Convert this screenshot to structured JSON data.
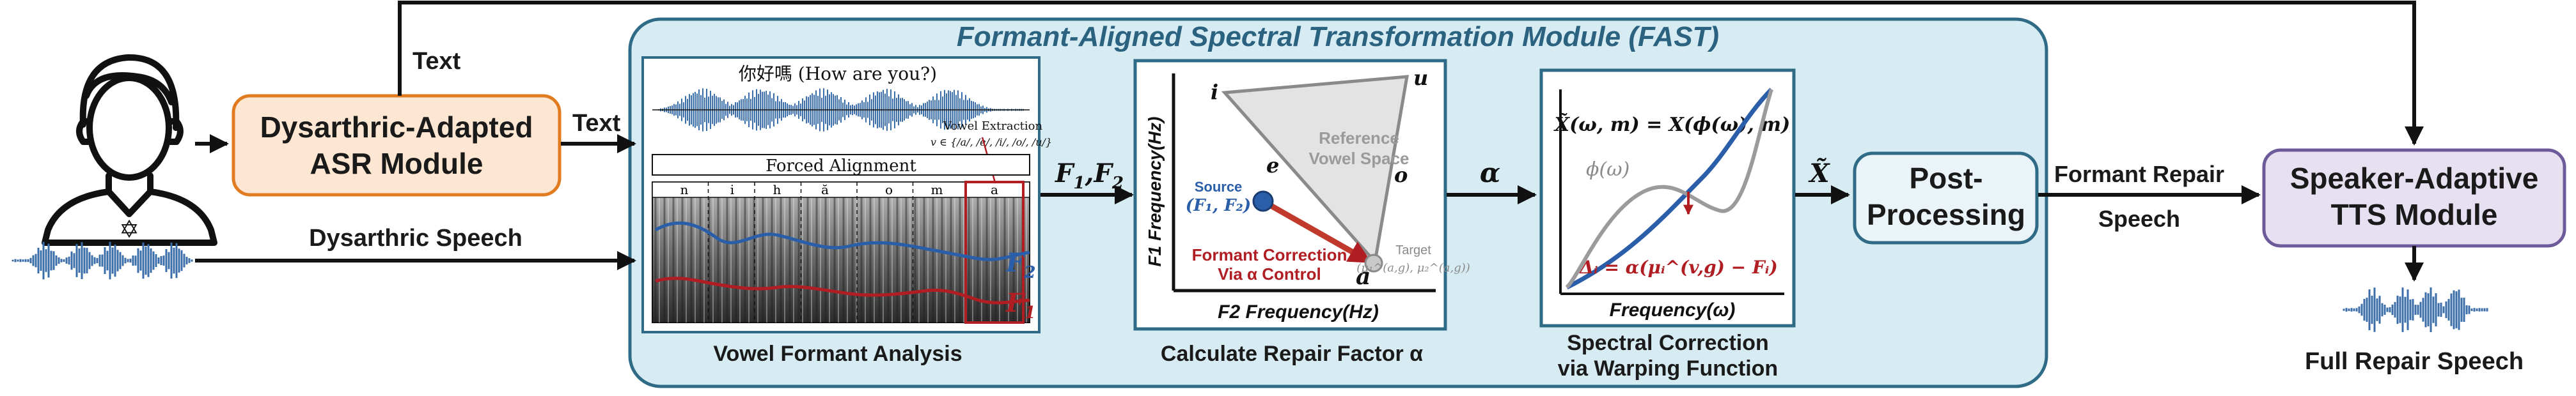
{
  "title": "Formant-Aligned Spectral Transformation Module (FAST)",
  "inputs": {
    "dysarthric_speech": "Dysarthric Speech",
    "text_top": "Text",
    "text_mid": "Text"
  },
  "asr": {
    "line1": "Dysarthric-Adapted",
    "line2": "ASR Module"
  },
  "vowel_panel": {
    "utterance": "你好嗎 (How are you?)",
    "vowel_extraction": "Vowel Extraction",
    "vowel_set": "v ∈ {/a/, /e/, /i/, /o/, /u/}",
    "forced_alignment": "Forced Alignment",
    "phones": [
      "n",
      "i",
      "h",
      "ă",
      "o",
      "m",
      "a"
    ],
    "f2": "F",
    "f2_sub": "2",
    "f1": "F",
    "f1_sub": "1",
    "caption": "Vowel Formant Analysis"
  },
  "edge_f1f2": {
    "main": "F",
    "s1": "1",
    "comma": ",",
    "main2": "F",
    "s2": "2"
  },
  "repair_panel": {
    "vertex_i": "i",
    "vertex_u": "u",
    "vertex_e": "e",
    "vertex_o": "o",
    "vertex_a": "a",
    "ref_line1": "Reference",
    "ref_line2": "Vowel Space",
    "source_title": "Source",
    "source_coords": "(F₁, F₂)",
    "target_title": "Target",
    "target_coords": "(μ₁^(a,g), μ₂^(a,g))",
    "correction_line1": "Formant Correction",
    "correction_line2": "Via α Control",
    "y_axis": "F1 Frequency(Hz)",
    "x_axis": "F2 Frequency(Hz)",
    "caption": "Calculate Repair Factor α"
  },
  "edge_alpha": "α",
  "warp_panel": {
    "equation": "X̃(ω, m) = X(ϕ(ω), m)",
    "phi": "ϕ(ω)",
    "delta": "Δᵢ = α(μᵢ^(v,g) − Fᵢ)",
    "x_axis": "Frequency(ω)",
    "caption1": "Spectral Correction",
    "caption2": "via Warping Function"
  },
  "edge_xtilde": "X̃",
  "post": {
    "line1": "Post-",
    "line2": "Processing"
  },
  "edge_formant": {
    "line1": "Formant Repair",
    "line2": "Speech"
  },
  "tts": {
    "line1": "Speaker-Adaptive",
    "line2": "TTS Module"
  },
  "output": "Full Repair Speech",
  "colors": {
    "module_fill": "#d6ebf2",
    "module_stroke": "#2f6b86",
    "asr_fill": "#fde7d3",
    "asr_stroke": "#e07b1f",
    "post_fill": "#eaf3f8",
    "tts_fill": "#e6e0f0",
    "tts_stroke": "#6d5a9a",
    "blue": "#2a5ea8",
    "red": "#b01e24",
    "wave": "#3b6ea8",
    "title": "#2a6280"
  }
}
